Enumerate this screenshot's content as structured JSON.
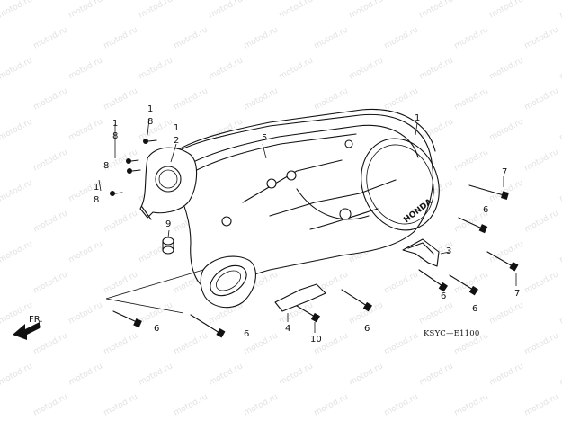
{
  "watermark": "motod.ru",
  "diagram_code": "KSYC—E1100",
  "front_marker": "FR.",
  "brand_emblem": "HONDA",
  "callouts": {
    "c1a": "1",
    "c1b": "1",
    "c1c": "1",
    "c1d": "1",
    "c1e": "1",
    "c2": "2",
    "c3": "3",
    "c4": "4",
    "c5": "5",
    "c6a": "6",
    "c6b": "6",
    "c6c": "6",
    "c6d": "6",
    "c6e": "6",
    "c6f": "6",
    "c7a": "7",
    "c7b": "7",
    "c8a": "8",
    "c8b": "8",
    "c8c": "8",
    "c8d": "8",
    "c9": "9",
    "c10": "10"
  }
}
